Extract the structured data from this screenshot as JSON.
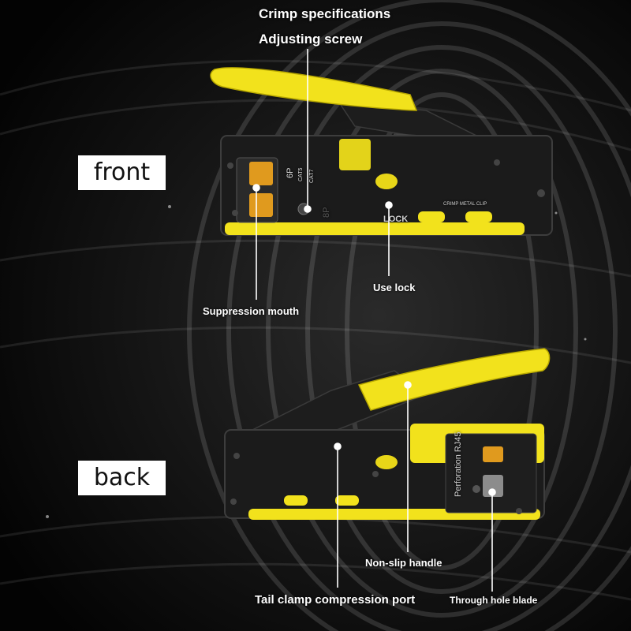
{
  "sides": {
    "front": "front",
    "back": "back"
  },
  "callouts": {
    "crimp_specifications": "Crimp specifications",
    "adjusting_screw": "Adjusting screw",
    "use_lock": "Use lock",
    "suppression_mouth": "Suppression mouth",
    "non_slip_handle": "Non-slip handle",
    "tail_clamp_compression_port": "Tail clamp compression port",
    "through_hole_blade": "Through hole blade"
  },
  "tool_markings": {
    "front": {
      "six_p": "6P",
      "eight_p": "8P",
      "cat5": "CAT5",
      "cat7": "CAT7",
      "lock": "LOCK",
      "crimp_metal_clip": "CRIMP METAL CLIP"
    },
    "back": {
      "perforation": "Perforation RJ45"
    }
  },
  "colors": {
    "background": "#050505",
    "handle_yellow": "#f2e21c",
    "body_black": "#1b1b1b",
    "label_white": "#ffffff",
    "box_text": "#111111"
  }
}
